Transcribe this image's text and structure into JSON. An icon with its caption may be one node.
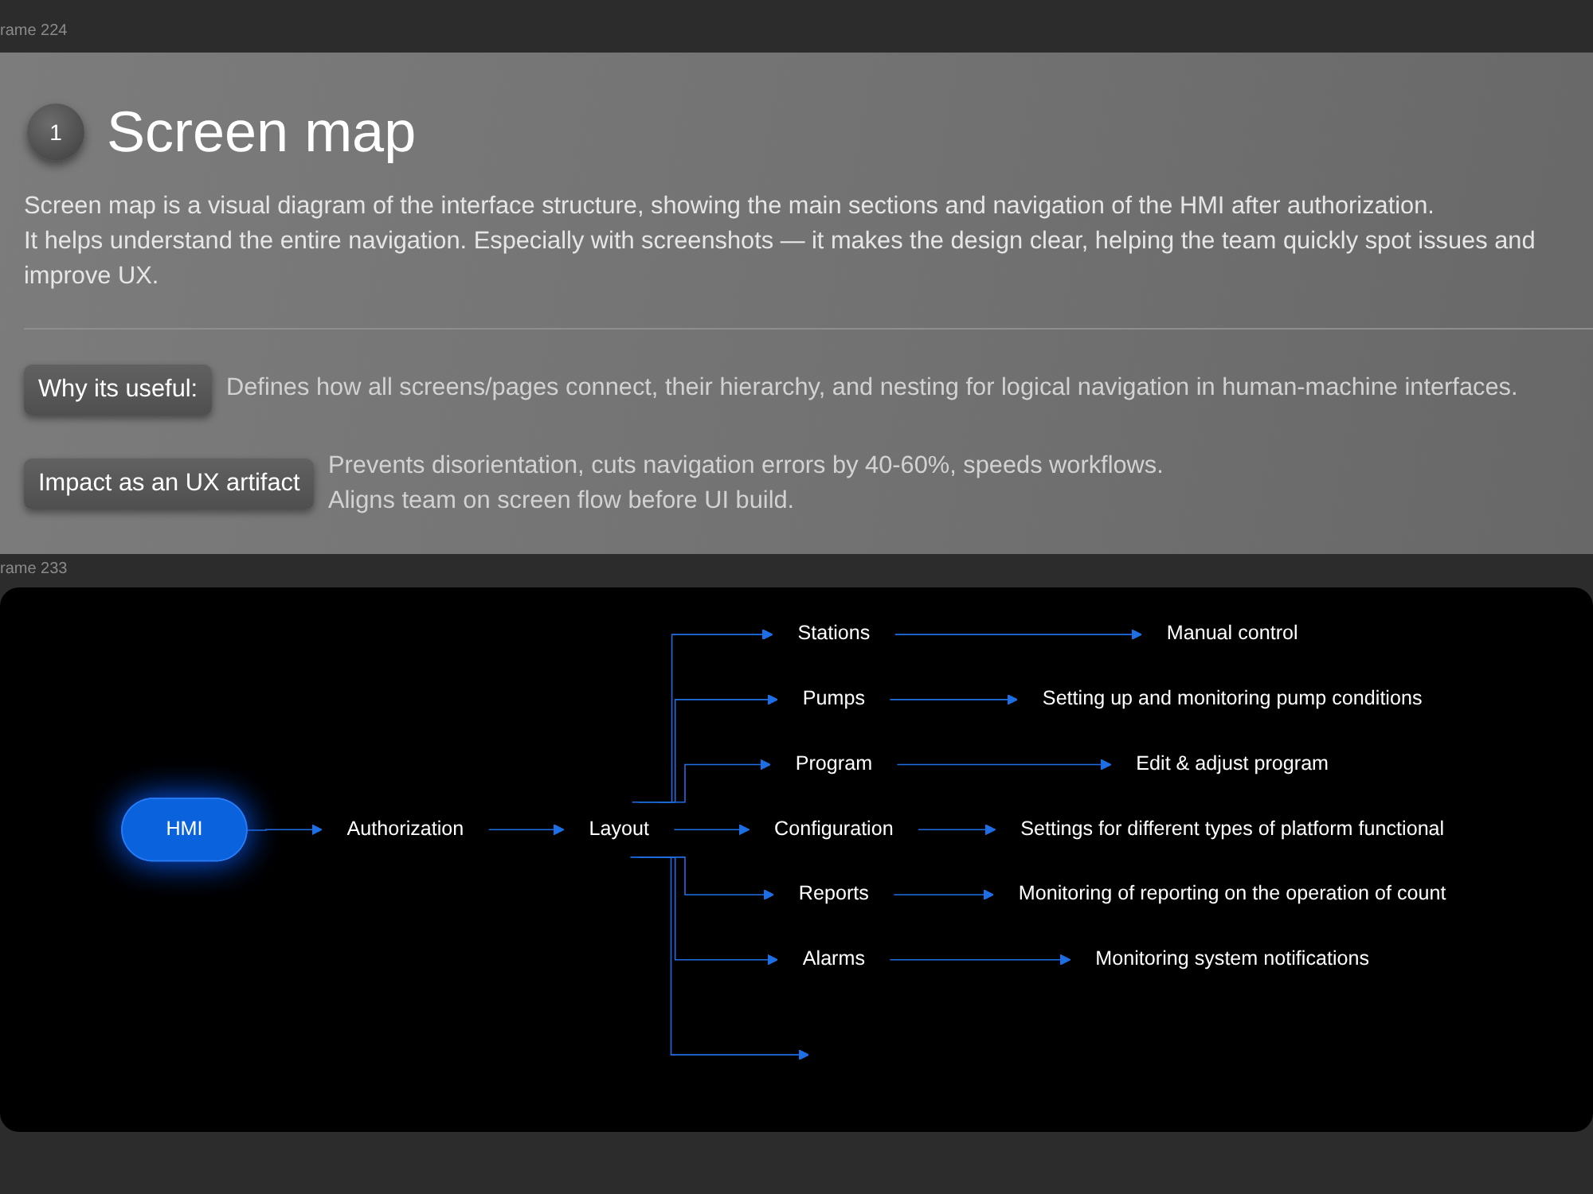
{
  "diagram": {
    "title": "Screen map",
    "nodes": [
      {
        "text": [
          "HMI"
        ]
      },
      {
        "text": [
          "Authorization"
        ]
      },
      {
        "text": [
          "Layout"
        ]
      },
      {
        "text": [
          "Stations"
        ]
      },
      {
        "text": [
          "Pumps"
        ]
      },
      {
        "text": [
          "Program"
        ]
      },
      {
        "text": [
          "Configuration"
        ]
      },
      {
        "text": [
          "Reports"
        ]
      },
      {
        "text": [
          "Alarms"
        ]
      },
      {
        "text": [
          "Manual control"
        ]
      },
      {
        "text": [
          "Setting up and monitoring pump conditions"
        ]
      },
      {
        "text": [
          "Edit & adjust program"
        ]
      },
      {
        "text": [
          "Settings for different types of platform functional"
        ]
      },
      {
        "text": [
          "Monitoring of reporting on the operation of count"
        ]
      },
      {
        "text": [
          "Monitoring system notifications"
        ]
      }
    ],
    "edges": [
      {
        "from": 0,
        "to": 1,
        "arrow": "to"
      },
      {
        "from": 1,
        "to": 2,
        "arrow": "to"
      },
      {
        "from": 2,
        "to": 3,
        "arrow": "to"
      },
      {
        "from": 2,
        "to": 4,
        "arrow": "to"
      },
      {
        "from": 2,
        "to": 5,
        "arrow": "to"
      },
      {
        "from": 2,
        "to": 6,
        "arrow": "to"
      },
      {
        "from": 2,
        "to": 7,
        "arrow": "to"
      },
      {
        "from": 2,
        "to": 8,
        "arrow": "to"
      },
      {
        "from": 2,
        "to": null,
        "arrow": "to"
      },
      {
        "from": 3,
        "to": 9,
        "arrow": "to"
      },
      {
        "from": 4,
        "to": 10,
        "arrow": "to"
      },
      {
        "from": 5,
        "to": 11,
        "arrow": "to"
      },
      {
        "from": 6,
        "to": 12,
        "arrow": "to"
      },
      {
        "from": 7,
        "to": 13,
        "arrow": "to"
      },
      {
        "from": 8,
        "to": 14,
        "arrow": "to"
      }
    ],
    "labels": [
      "rame 224",
      "1",
      "Screen map is a visual diagram of the interface structure, showing the main sections and navigation of the HMI after authorization.",
      "It helps understand the entire navigation. Especially with screenshots — it makes the design clear, helping the team quickly spot issues and improve UX.",
      "Why its useful:",
      "Defines how all screens/pages connect, their hierarchy, and nesting for logical navigation in human-machine interfaces.",
      "Impact as an UX artifact",
      "Prevents disorientation, cuts navigation errors by 40-60%, speeds workflows.",
      "Aligns team on screen flow before UI build.",
      "rame 233"
    ]
  }
}
